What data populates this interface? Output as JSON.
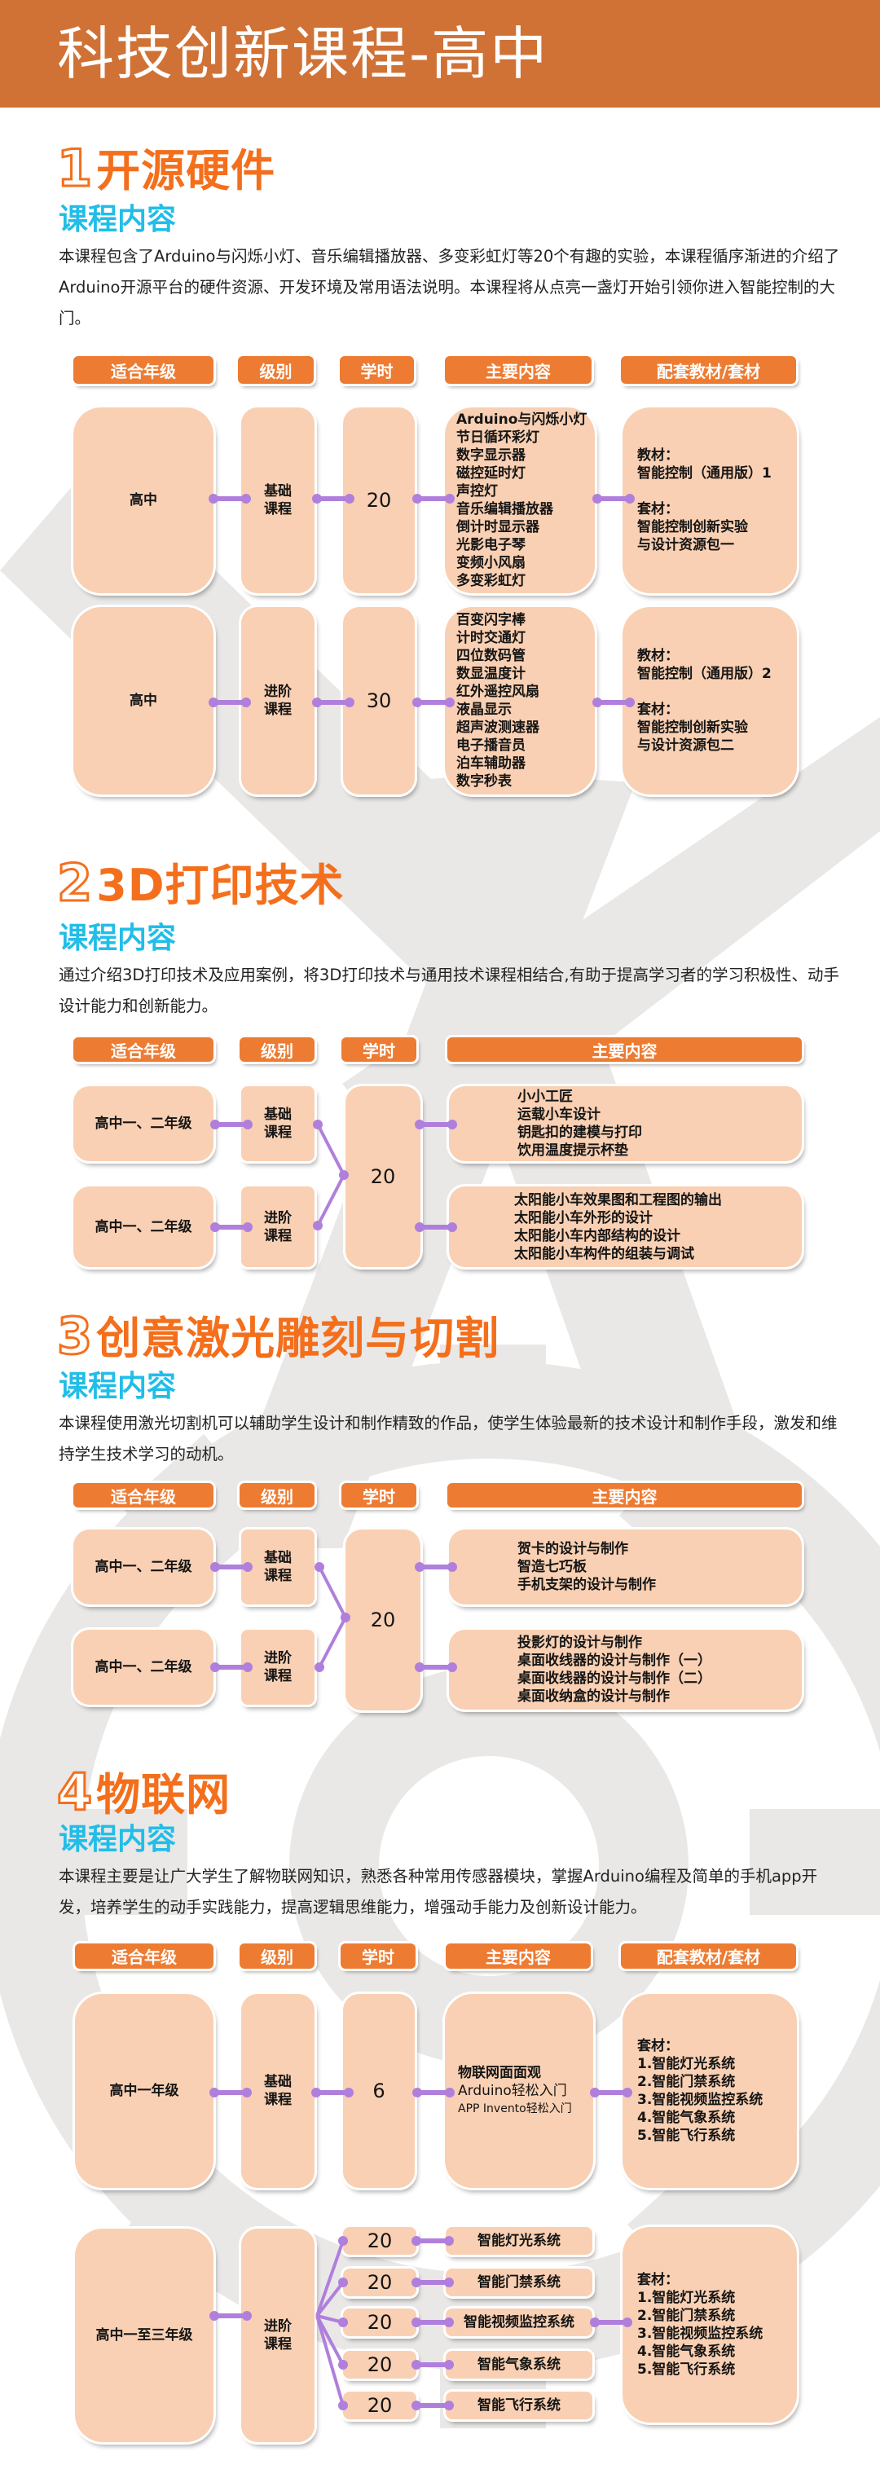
{
  "page_title": "科技创新课程-高中",
  "colors": {
    "header_band": "#d07236",
    "section_title": "#f46f1c",
    "subtitle": "#22bde8",
    "pill": "#ed7b32",
    "box": "#f9d0b3",
    "connector": "#b07fdc"
  },
  "column_headers": {
    "grade": "适合年级",
    "level": "级别",
    "hours": "学时",
    "content": "主要内容",
    "materials": "配套教材/套材"
  },
  "sections": [
    {
      "number": "1",
      "title": "开源硬件",
      "subtitle": "课程内容",
      "description": "本课程包含了Arduino与闪烁小灯、音乐编辑播放器、多变彩虹灯等20个有趣的实验，本课程循序渐进的介绍了Arduino开源平台的硬件资源、开发环境及常用语法说明。本课程将从点亮一盏灯开始引领你进入智能控制的大门。",
      "rows": [
        {
          "grade": "高中",
          "level": "基础课程",
          "hours": "20",
          "content": [
            "Arduino与闪烁小灯",
            "节日循环彩灯",
            "数字显示器",
            "磁控延时灯",
            "声控灯",
            "音乐编辑播放器",
            "倒计时显示器",
            "光影电子琴",
            "变频小风扇",
            "多变彩虹灯"
          ],
          "materials": [
            "教材：",
            "智能控制（通用版）1",
            "",
            "套材：",
            "智能控制创新实验",
            "与设计资源包一"
          ]
        },
        {
          "grade": "高中",
          "level": "进阶课程",
          "hours": "30",
          "content": [
            "百变闪字棒",
            "计时交通灯",
            "四位数码管",
            "数显温度计",
            "红外遥控风扇",
            "液晶显示",
            "超声波测速器",
            "电子播音员",
            "泊车辅助器",
            "数字秒表"
          ],
          "materials": [
            "教材：",
            "智能控制（通用版）2",
            "",
            "套材：",
            "智能控制创新实验",
            "与设计资源包二"
          ]
        }
      ]
    },
    {
      "number": "2",
      "title": "3D打印技术",
      "subtitle": "课程内容",
      "description": "通过介绍3D打印技术及应用案例，将3D打印技术与通用技术课程相结合,有助于提高学习者的学习积极性、动手设计能力和创新能力。",
      "shared_hours": "20",
      "rows": [
        {
          "grade": "高中一、二年级",
          "level": "基础课程",
          "content": [
            "小小工匠",
            "运载小车设计",
            "钥匙扣的建模与打印",
            "饮用温度提示杯垫"
          ]
        },
        {
          "grade": "高中一、二年级",
          "level": "进阶课程",
          "content": [
            "太阳能小车效果图和工程图的输出",
            "太阳能小车外形的设计",
            "太阳能小车内部结构的设计",
            "太阳能小车构件的组装与调试"
          ]
        }
      ]
    },
    {
      "number": "3",
      "title": "创意激光雕刻与切割",
      "subtitle": "课程内容",
      "description": "本课程使用激光切割机可以辅助学生设计和制作精致的作品，使学生体验最新的技术设计和制作手段，激发和维持学生技术学习的动机。",
      "shared_hours": "20",
      "rows": [
        {
          "grade": "高中一、二年级",
          "level": "基础课程",
          "content": [
            "贺卡的设计与制作",
            "智造七巧板",
            "手机支架的设计与制作"
          ]
        },
        {
          "grade": "高中一、二年级",
          "level": "进阶课程",
          "content": [
            "投影灯的设计与制作",
            "桌面收线器的设计与制作（一）",
            "桌面收线器的设计与制作（二）",
            "桌面收纳盒的设计与制作"
          ]
        }
      ]
    },
    {
      "number": "4",
      "title": "物联网",
      "subtitle": "课程内容",
      "description": "本课程主要是让广大学生了解物联网知识，熟悉各种常用传感器模块，掌握Arduino编程及简单的手机app开发，培养学生的动手实践能力，提高逻辑思维能力，增强动手能力及创新设计能力。",
      "rows": [
        {
          "grade": "高中一年级",
          "level": "基础课程",
          "hours": "6",
          "content": [
            "物联网面面观",
            "Arduino轻松入门",
            "APP Invento轻松入门"
          ],
          "materials": [
            "套材：",
            "1.智能灯光系统",
            "2.智能门禁系统",
            "3.智能视频监控系统",
            "4.智能气象系统",
            "5.智能飞行系统"
          ]
        },
        {
          "grade": "高中一至三年级",
          "level": "进阶课程",
          "modules": [
            {
              "hours": "20",
              "name": "智能灯光系统"
            },
            {
              "hours": "20",
              "name": "智能门禁系统"
            },
            {
              "hours": "20",
              "name": "智能视频监控系统"
            },
            {
              "hours": "20",
              "name": "智能气象系统"
            },
            {
              "hours": "20",
              "name": "智能飞行系统"
            }
          ],
          "materials": [
            "套材：",
            "1.智能灯光系统",
            "2.智能门禁系统",
            "3.智能视频监控系统",
            "4.智能气象系统",
            "5.智能飞行系统"
          ]
        }
      ]
    }
  ]
}
